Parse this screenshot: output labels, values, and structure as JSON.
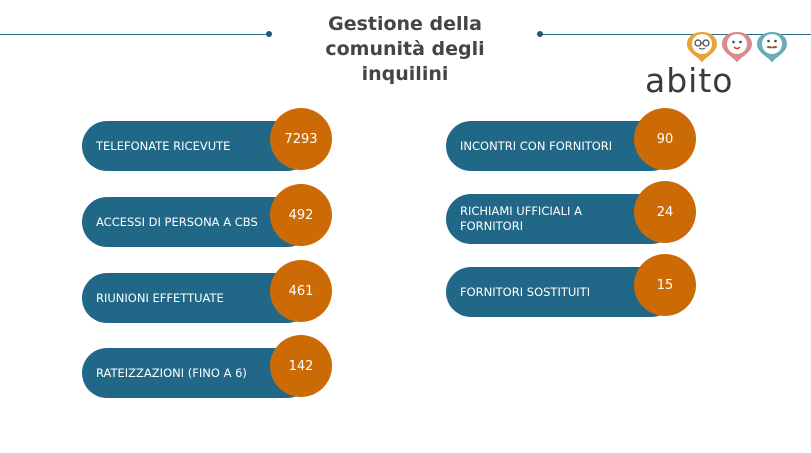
{
  "title": {
    "line1": "Gestione della",
    "line2": "comunità degli",
    "line3": "inquilini"
  },
  "logo": {
    "text": "abito",
    "colors": [
      "#e8a23c",
      "#d98a8a",
      "#6aacb8"
    ]
  },
  "colors": {
    "pill": "#216888",
    "circle": "#cc6a06"
  },
  "stats_left": [
    {
      "label": "TELEFONATE RICEVUTE",
      "value": "7293"
    },
    {
      "label": "ACCESSI DI PERSONA A CBS",
      "value": "492"
    },
    {
      "label": "RIUNIONI EFFETTUATE",
      "value": "461"
    },
    {
      "label": "RATEIZZAZIONI (FINO A 6)",
      "value": "142"
    }
  ],
  "stats_right": [
    {
      "label": "INCONTRI CON FORNITORI",
      "value": "90"
    },
    {
      "label": "RICHIAMI UFFICIALI A FORNITORI",
      "value": "24"
    },
    {
      "label": "FORNITORI SOSTITUITI",
      "value": "15"
    }
  ]
}
